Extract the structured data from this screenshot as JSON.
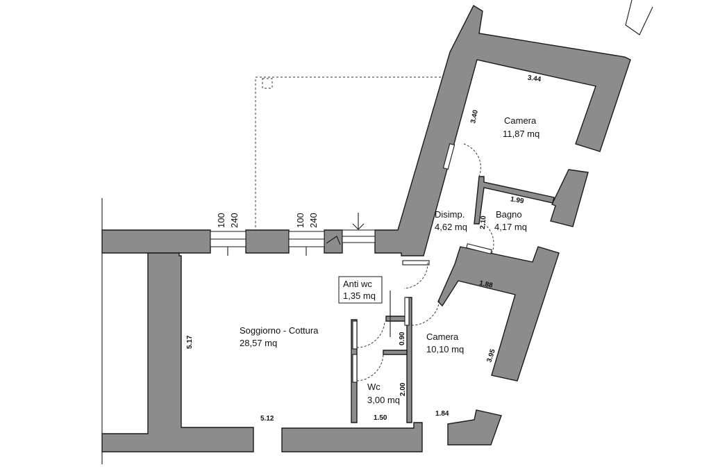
{
  "rooms": [
    {
      "name": "Camera",
      "area": "11,87 mq"
    },
    {
      "name": "Disimp.",
      "area": "4,62 mq"
    },
    {
      "name": "Bagno",
      "area": "4,17 mq"
    },
    {
      "name": "Anti wc",
      "area": "1,35 mq"
    },
    {
      "name": "Soggiorno - Cottura",
      "area": "28,57 mq"
    },
    {
      "name": "Camera",
      "area": "10,10 mq"
    },
    {
      "name": "Wc",
      "area": "3,00 mq"
    }
  ],
  "dimensions": [
    "3.44",
    "3.40",
    "1.99",
    "2.10",
    "1.88",
    "3.95",
    "0.90",
    "2.00",
    "5.17",
    "5.12",
    "1.50",
    "1.84"
  ],
  "windows": [
    {
      "width": "100",
      "height": "240"
    },
    {
      "width": "100",
      "height": "240"
    }
  ]
}
